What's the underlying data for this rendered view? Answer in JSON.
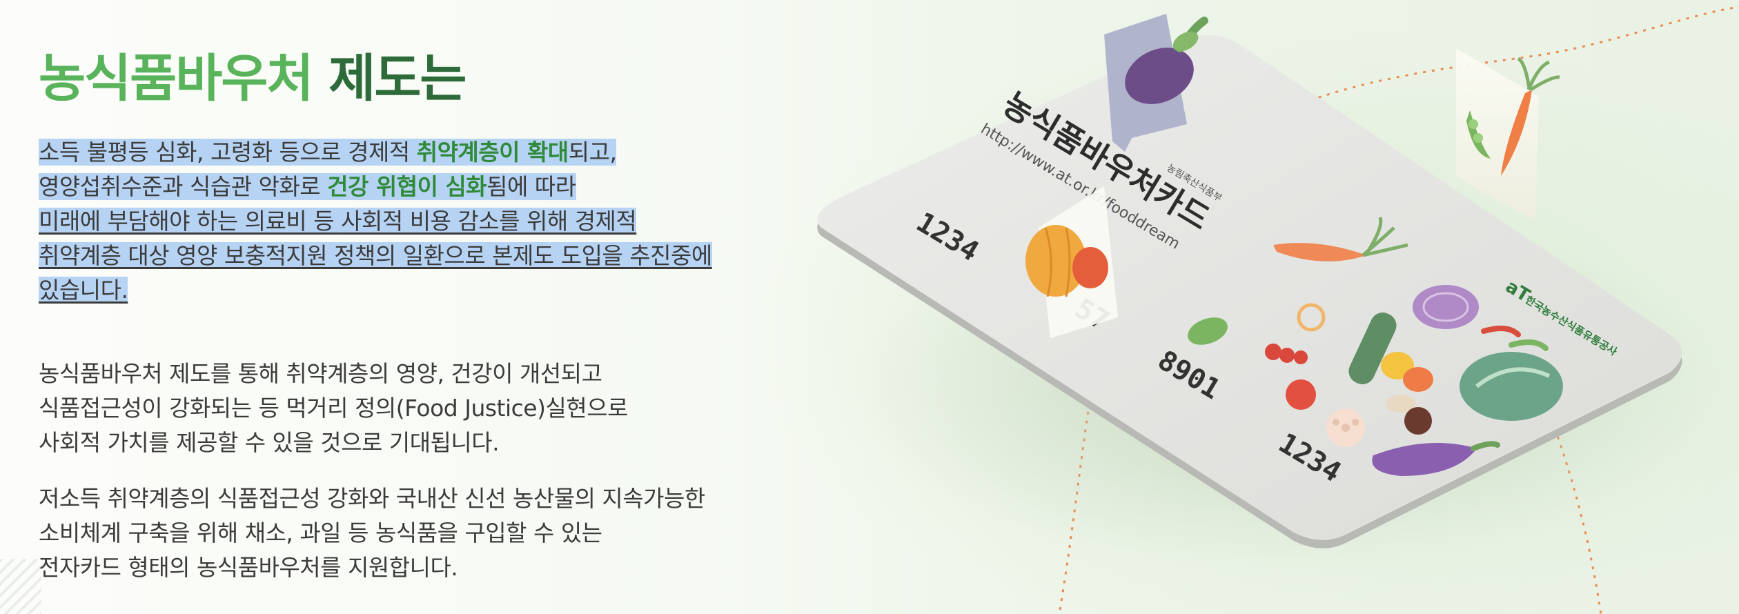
{
  "heading": {
    "part1": "농식품바우처",
    "part2": "제도는"
  },
  "paragraph1": {
    "line1_a": "소득 불평등 심화, 고령화 등으로 경제적 ",
    "line1_b": "취약계층이 확대",
    "line1_c": "되고,",
    "line2_a": "영양섭취수준과 식습관 악화로 ",
    "line2_b": "건강 위협이 심화",
    "line2_c": "됨에 따라",
    "line3": "미래에 부담해야 하는 의료비 등 사회적 비용 감소를 위해 경제적",
    "line4": "취약계층 대상 영양 보충적지원 정책의 일환으로 본제도 도입을 추진중에",
    "line5": "있습니다."
  },
  "paragraph2": {
    "line1": "농식품바우처 제도를 통해 취약계층의 영양, 건강이 개선되고",
    "line2": "식품접근성이 강화되는 등 먹거리 정의(Food Justice)실현으로",
    "line3": "사회적 가치를 제공할 수 있을 것으로 기대됩니다."
  },
  "paragraph3": {
    "line1": "저소득 취약계층의 식품접근성 강화와 국내산 신선 농산물의 지속가능한",
    "line2": "소비체계 구축을 위해 채소, 과일 등 농식품을 구입할 수 있는",
    "line3": "전자카드 형태의 농식품바우처를 지원합니다."
  },
  "card": {
    "title": "농식품바우처카드",
    "ministry": "농림축산식품부",
    "url": "http://www.at.or.kr/fooddream",
    "number_group1": "1234",
    "number_group2": "57",
    "number_group3": "8901",
    "number_group4": "1234",
    "issuer": "한국농수산식품유통공사",
    "issuer_logo": "aT"
  },
  "colors": {
    "heading_green": "#58b35b",
    "heading_dark": "#2e6b3a",
    "emphasis": "#2f8a3a",
    "highlight": "#b7d3f4",
    "card": "#e4e4e2",
    "dotted_line": "#ec8b4f"
  },
  "icons": [
    "eggplant-icon",
    "pea-pod-icon",
    "carrot-icon",
    "pumpkin-icon",
    "paprika-icon"
  ]
}
